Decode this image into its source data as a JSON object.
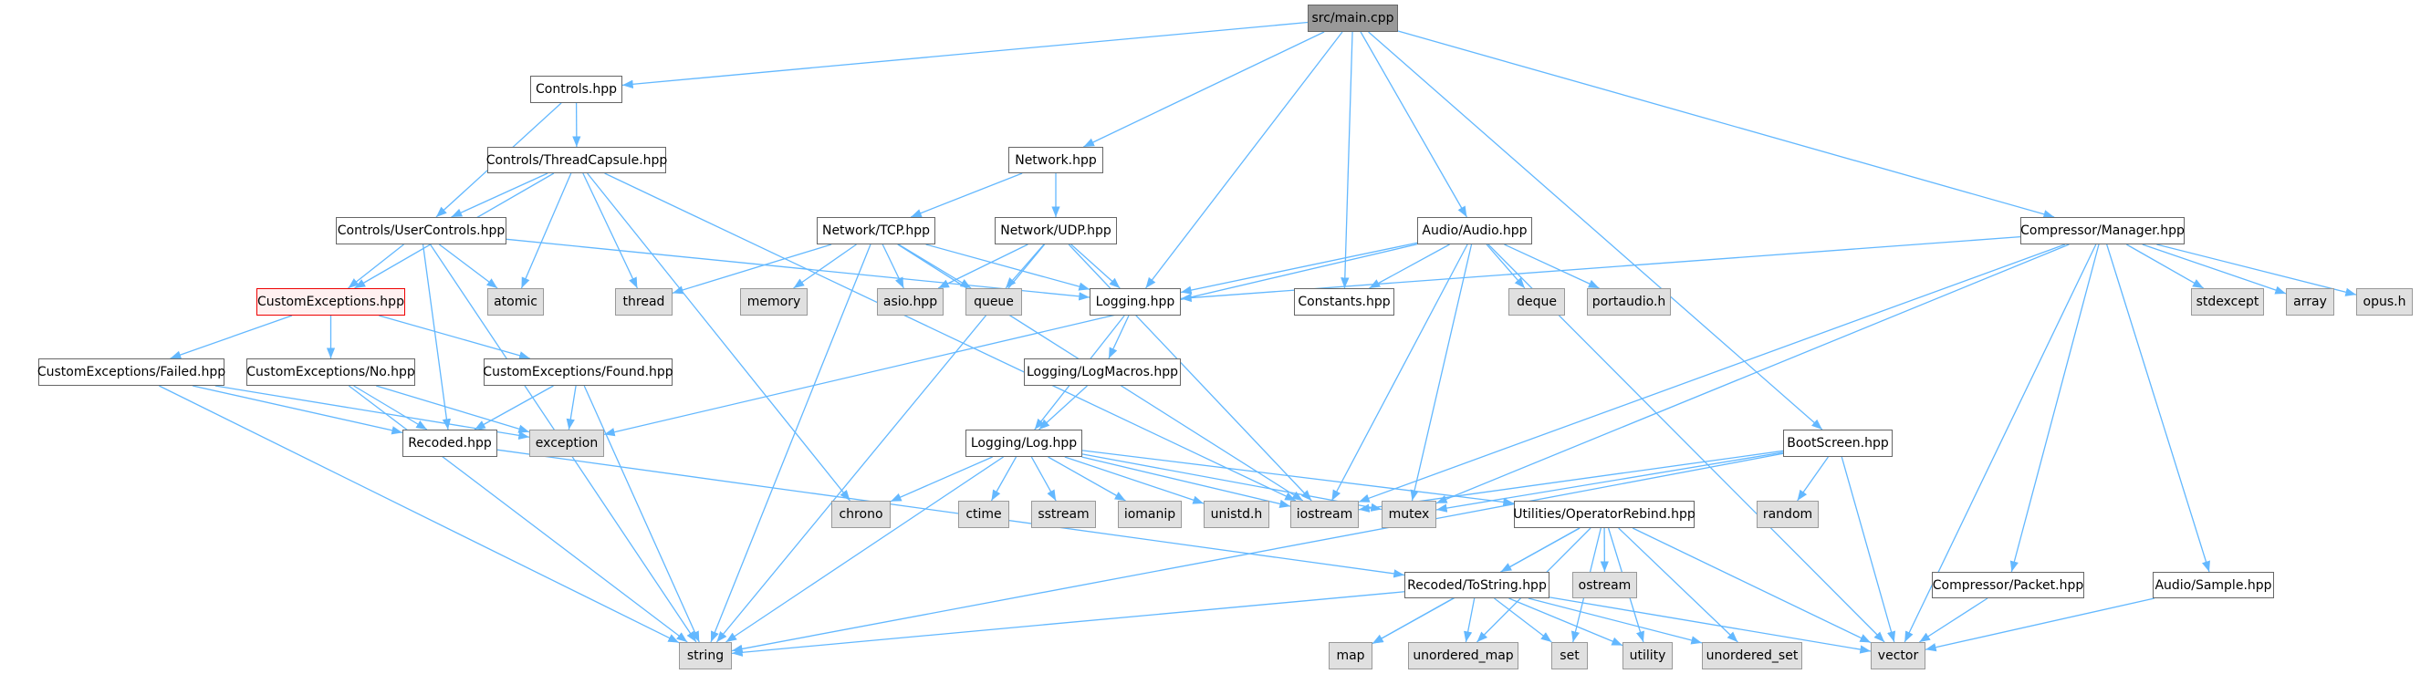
{
  "graph": {
    "edge_color": "#63b8ff",
    "nodes": [
      {
        "id": "main",
        "label": "src/main.cpp",
        "kind": "root"
      },
      {
        "id": "controls",
        "label": "Controls.hpp",
        "kind": "file"
      },
      {
        "id": "threadcapsule",
        "label": "Controls/ThreadCapsule.hpp",
        "kind": "file"
      },
      {
        "id": "usercontrols",
        "label": "Controls/UserControls.hpp",
        "kind": "file"
      },
      {
        "id": "customexceptions",
        "label": "CustomExceptions.hpp",
        "kind": "highlight"
      },
      {
        "id": "atomic",
        "label": "atomic",
        "kind": "system"
      },
      {
        "id": "thread",
        "label": "thread",
        "kind": "system"
      },
      {
        "id": "memory",
        "label": "memory",
        "kind": "system"
      },
      {
        "id": "failed",
        "label": "CustomExceptions/Failed.hpp",
        "kind": "file"
      },
      {
        "id": "no",
        "label": "CustomExceptions/No.hpp",
        "kind": "file"
      },
      {
        "id": "found",
        "label": "CustomExceptions/Found.hpp",
        "kind": "file"
      },
      {
        "id": "recoded",
        "label": "Recoded.hpp",
        "kind": "file"
      },
      {
        "id": "exception",
        "label": "exception",
        "kind": "system"
      },
      {
        "id": "string",
        "label": "string",
        "kind": "system"
      },
      {
        "id": "network",
        "label": "Network.hpp",
        "kind": "file"
      },
      {
        "id": "tcp",
        "label": "Network/TCP.hpp",
        "kind": "file"
      },
      {
        "id": "udp",
        "label": "Network/UDP.hpp",
        "kind": "file"
      },
      {
        "id": "audio",
        "label": "Audio/Audio.hpp",
        "kind": "file"
      },
      {
        "id": "asio",
        "label": "asio.hpp",
        "kind": "system"
      },
      {
        "id": "queue",
        "label": "queue",
        "kind": "system"
      },
      {
        "id": "logging",
        "label": "Logging.hpp",
        "kind": "file"
      },
      {
        "id": "constants",
        "label": "Constants.hpp",
        "kind": "file"
      },
      {
        "id": "deque",
        "label": "deque",
        "kind": "system"
      },
      {
        "id": "portaudio",
        "label": "portaudio.h",
        "kind": "system"
      },
      {
        "id": "logmacros",
        "label": "Logging/LogMacros.hpp",
        "kind": "file"
      },
      {
        "id": "log",
        "label": "Logging/Log.hpp",
        "kind": "file"
      },
      {
        "id": "chrono",
        "label": "chrono",
        "kind": "system"
      },
      {
        "id": "ctime",
        "label": "ctime",
        "kind": "system"
      },
      {
        "id": "sstream",
        "label": "sstream",
        "kind": "system"
      },
      {
        "id": "iomanip",
        "label": "iomanip",
        "kind": "system"
      },
      {
        "id": "unistd",
        "label": "unistd.h",
        "kind": "system"
      },
      {
        "id": "iostream",
        "label": "iostream",
        "kind": "system"
      },
      {
        "id": "mutex",
        "label": "mutex",
        "kind": "system"
      },
      {
        "id": "oprebind",
        "label": "Utilities/OperatorRebind.hpp",
        "kind": "file"
      },
      {
        "id": "tostring",
        "label": "Recoded/ToString.hpp",
        "kind": "file"
      },
      {
        "id": "ostream",
        "label": "ostream",
        "kind": "system"
      },
      {
        "id": "map",
        "label": "map",
        "kind": "system"
      },
      {
        "id": "umap",
        "label": "unordered_map",
        "kind": "system"
      },
      {
        "id": "set",
        "label": "set",
        "kind": "system"
      },
      {
        "id": "manager",
        "label": "Compressor/Manager.hpp",
        "kind": "file"
      },
      {
        "id": "stdexcept",
        "label": "stdexcept",
        "kind": "system"
      },
      {
        "id": "array",
        "label": "array",
        "kind": "system"
      },
      {
        "id": "opus",
        "label": "opus.h",
        "kind": "system"
      },
      {
        "id": "bootscreen",
        "label": "BootScreen.hpp",
        "kind": "file"
      },
      {
        "id": "random",
        "label": "random",
        "kind": "system"
      },
      {
        "id": "packet",
        "label": "Compressor/Packet.hpp",
        "kind": "file"
      },
      {
        "id": "sample",
        "label": "Audio/Sample.hpp",
        "kind": "file"
      },
      {
        "id": "utility",
        "label": "utility",
        "kind": "system"
      },
      {
        "id": "uset",
        "label": "unordered_set",
        "kind": "system"
      },
      {
        "id": "vector",
        "label": "vector",
        "kind": "system"
      }
    ],
    "edges": [
      [
        "main",
        "controls"
      ],
      [
        "main",
        "network"
      ],
      [
        "main",
        "logging"
      ],
      [
        "main",
        "constants"
      ],
      [
        "main",
        "audio"
      ],
      [
        "main",
        "manager"
      ],
      [
        "main",
        "bootscreen"
      ],
      [
        "controls",
        "threadcapsule"
      ],
      [
        "controls",
        "usercontrols"
      ],
      [
        "threadcapsule",
        "usercontrols"
      ],
      [
        "threadcapsule",
        "customexceptions"
      ],
      [
        "threadcapsule",
        "atomic"
      ],
      [
        "threadcapsule",
        "thread"
      ],
      [
        "threadcapsule",
        "chrono"
      ],
      [
        "threadcapsule",
        "iostream"
      ],
      [
        "usercontrols",
        "customexceptions"
      ],
      [
        "usercontrols",
        "atomic"
      ],
      [
        "usercontrols",
        "logging"
      ],
      [
        "usercontrols",
        "recoded"
      ],
      [
        "usercontrols",
        "string"
      ],
      [
        "customexceptions",
        "failed"
      ],
      [
        "customexceptions",
        "no"
      ],
      [
        "customexceptions",
        "found"
      ],
      [
        "failed",
        "recoded"
      ],
      [
        "failed",
        "exception"
      ],
      [
        "failed",
        "string"
      ],
      [
        "no",
        "recoded"
      ],
      [
        "no",
        "exception"
      ],
      [
        "no",
        "string"
      ],
      [
        "found",
        "recoded"
      ],
      [
        "found",
        "exception"
      ],
      [
        "found",
        "string"
      ],
      [
        "recoded",
        "tostring"
      ],
      [
        "network",
        "tcp"
      ],
      [
        "network",
        "udp"
      ],
      [
        "tcp",
        "thread"
      ],
      [
        "tcp",
        "memory"
      ],
      [
        "tcp",
        "asio"
      ],
      [
        "tcp",
        "queue"
      ],
      [
        "tcp",
        "logging"
      ],
      [
        "tcp",
        "string"
      ],
      [
        "tcp",
        "iostream"
      ],
      [
        "udp",
        "asio"
      ],
      [
        "udp",
        "queue"
      ],
      [
        "udp",
        "logging"
      ],
      [
        "udp",
        "string"
      ],
      [
        "udp",
        "iostream"
      ],
      [
        "logging",
        "log"
      ],
      [
        "logging",
        "logmacros"
      ],
      [
        "logmacros",
        "log"
      ],
      [
        "log",
        "chrono"
      ],
      [
        "log",
        "ctime"
      ],
      [
        "log",
        "sstream"
      ],
      [
        "log",
        "iomanip"
      ],
      [
        "log",
        "unistd"
      ],
      [
        "log",
        "iostream"
      ],
      [
        "log",
        "mutex"
      ],
      [
        "log",
        "string"
      ],
      [
        "log",
        "oprebind"
      ],
      [
        "audio",
        "logging"
      ],
      [
        "audio",
        "constants"
      ],
      [
        "audio",
        "deque"
      ],
      [
        "audio",
        "portaudio"
      ],
      [
        "audio",
        "exception"
      ],
      [
        "audio",
        "iostream"
      ],
      [
        "audio",
        "mutex"
      ],
      [
        "audio",
        "vector"
      ],
      [
        "manager",
        "logging"
      ],
      [
        "manager",
        "iostream"
      ],
      [
        "manager",
        "mutex"
      ],
      [
        "manager",
        "stdexcept"
      ],
      [
        "manager",
        "array"
      ],
      [
        "manager",
        "opus"
      ],
      [
        "manager",
        "packet"
      ],
      [
        "manager",
        "vector"
      ],
      [
        "manager",
        "sample"
      ],
      [
        "bootscreen",
        "iostream"
      ],
      [
        "bootscreen",
        "mutex"
      ],
      [
        "bootscreen",
        "random"
      ],
      [
        "bootscreen",
        "vector"
      ],
      [
        "bootscreen",
        "string"
      ],
      [
        "oprebind",
        "tostring"
      ],
      [
        "oprebind",
        "ostream"
      ],
      [
        "oprebind",
        "map"
      ],
      [
        "oprebind",
        "umap"
      ],
      [
        "oprebind",
        "set"
      ],
      [
        "oprebind",
        "utility"
      ],
      [
        "oprebind",
        "uset"
      ],
      [
        "oprebind",
        "vector"
      ],
      [
        "tostring",
        "string"
      ],
      [
        "tostring",
        "map"
      ],
      [
        "tostring",
        "umap"
      ],
      [
        "tostring",
        "set"
      ],
      [
        "tostring",
        "utility"
      ],
      [
        "tostring",
        "uset"
      ],
      [
        "tostring",
        "vector"
      ],
      [
        "packet",
        "vector"
      ],
      [
        "sample",
        "vector"
      ]
    ]
  }
}
